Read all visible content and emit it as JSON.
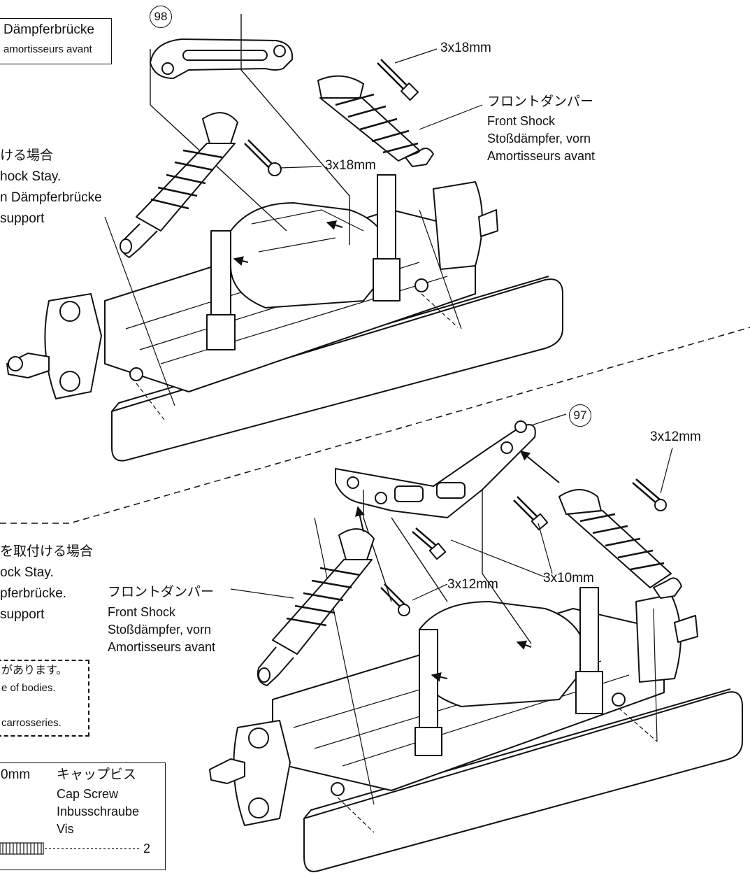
{
  "part_numbers": {
    "upper": "98",
    "lower": "97"
  },
  "top_box": {
    "line1": "Dämpferbrücke",
    "line2": "amortisseurs avant"
  },
  "upper_caption": {
    "jp": "ける場合",
    "en": "hock Stay.",
    "de": "n Dämpferbrücke",
    "fr": "support"
  },
  "lower_caption": {
    "jp": "を取付ける場合",
    "en": "ock Stay.",
    "de": "pferbrücke.",
    "fr": "support"
  },
  "front_shock_upper": {
    "jp": "フロントダンパー",
    "en": "Front Shock",
    "de": "Stoßdämpfer, vorn",
    "fr": "Amortisseurs avant"
  },
  "front_shock_lower": {
    "jp": "フロントダンパー",
    "en": "Front Shock",
    "de": "Stoßdämpfer, vorn",
    "fr": "Amortisseurs avant"
  },
  "screw_labels": {
    "upper_right": "3x18mm",
    "upper_mid": "3x18mm",
    "lower_right": "3x12mm",
    "lower_left": "3x12mm",
    "lower_mid": "3x10mm"
  },
  "note_box": {
    "line1": "があります。",
    "line2": "e of bodies.",
    "line3": "carrosseries."
  },
  "parts_box": {
    "size": "0mm",
    "name_jp": "キャップビス",
    "name_en": "Cap Screw",
    "name_de": "Inbusschraube",
    "name_fr": "Vis",
    "quantity": "2"
  }
}
